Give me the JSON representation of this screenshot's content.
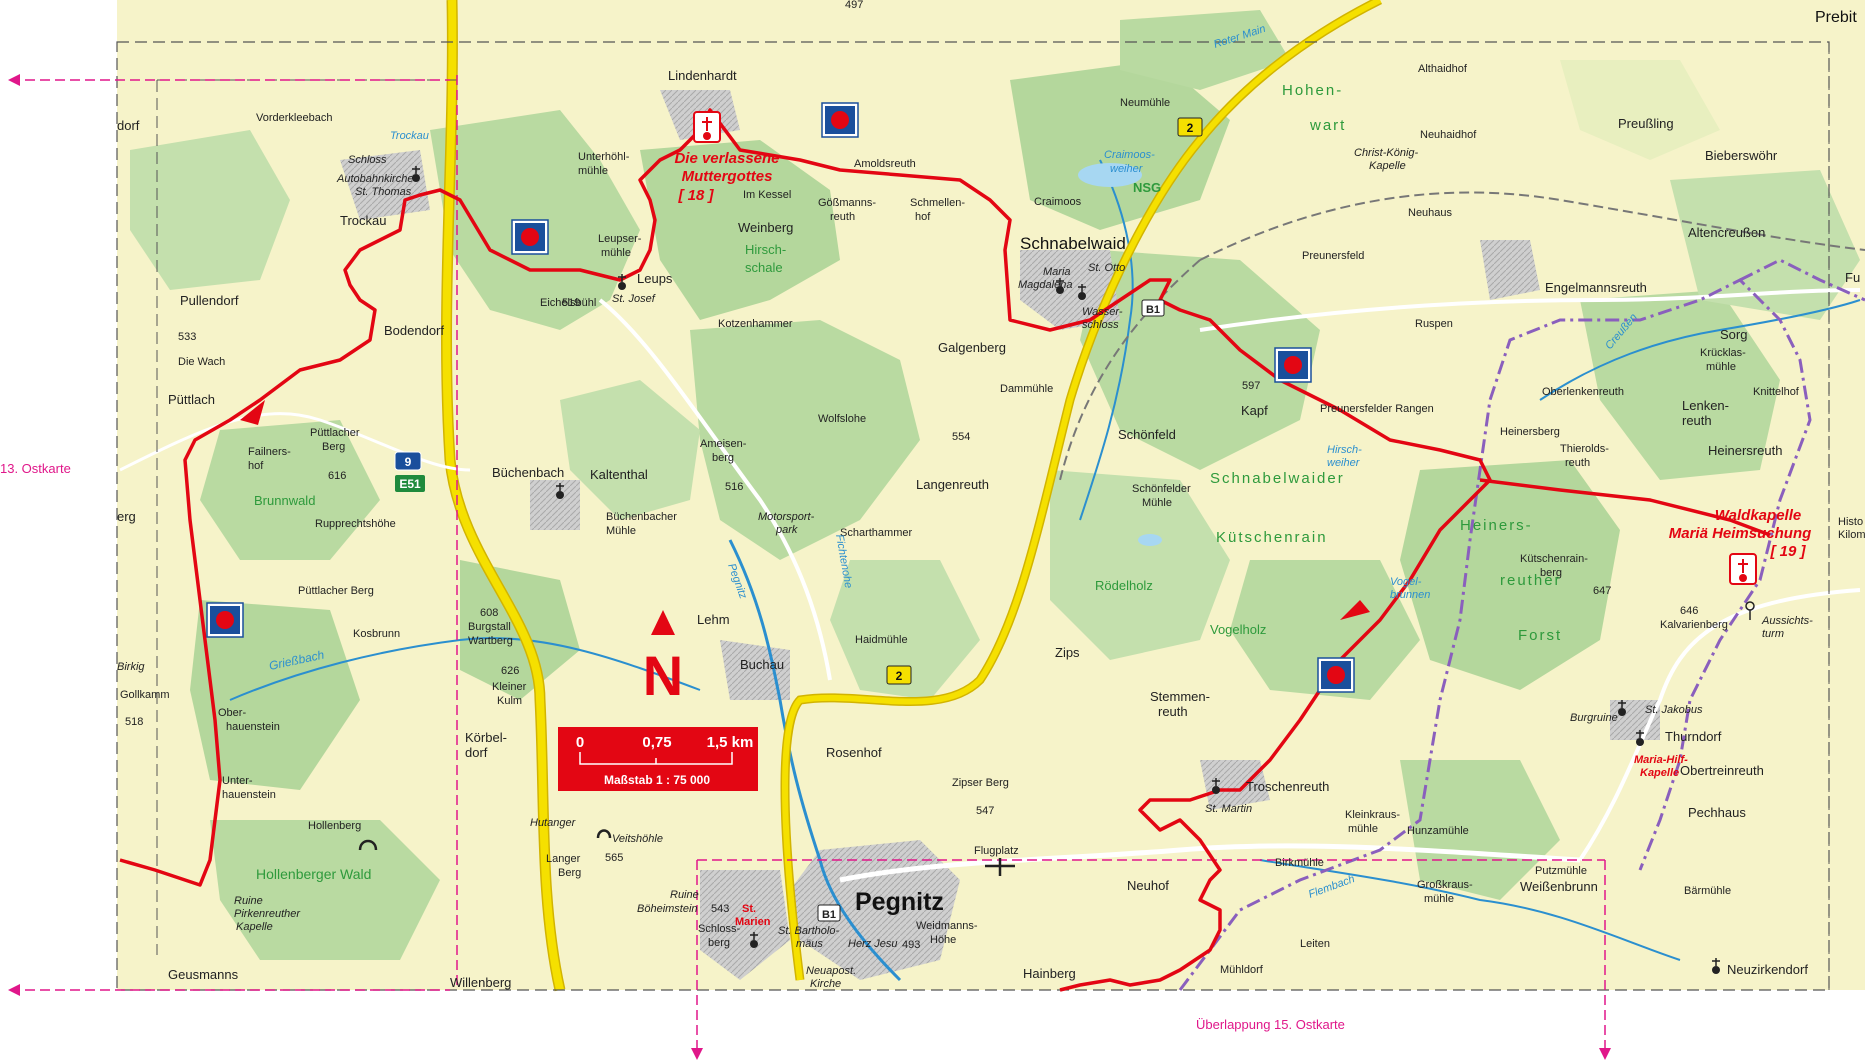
{
  "map": {
    "north_label": "N",
    "scale_bar": {
      "ticks": [
        "0",
        "0,75",
        "1,5 km"
      ],
      "caption": "Maßstab 1 : 75 000"
    },
    "edge_labels": {
      "left": "13. Ostkarte",
      "bottom": "Überlappung 15. Ostkarte",
      "top_right": "Prebit"
    },
    "road_badges": [
      "9",
      "E51",
      "2",
      "2",
      "B1",
      "B1"
    ],
    "chapels": [
      {
        "id": "18",
        "lines": [
          "Die verlassene",
          "Muttergottes",
          "[ 18 ]"
        ]
      },
      {
        "id": "19",
        "lines": [
          "Waldkapelle",
          "Mariä Heimsuchung",
          "[ 19 ]"
        ]
      }
    ],
    "places_big": [
      "Pegnitz",
      "Schnabelwaid"
    ],
    "places": [
      "Lindenhardt",
      "Trockau",
      "Pullendorf",
      "Büchenbach",
      "Kaltenthal",
      "Leups",
      "Buchau",
      "Lehm",
      "Rosenhof",
      "Zips",
      "Troschenreuth",
      "Neuhof",
      "Schönfeld",
      "Thurndorf",
      "Engelmannsreuth",
      "Bodendorf",
      "Püttlach",
      "Langenreuth",
      "Galgenberg",
      "Kapf",
      "Kotzenhammer",
      "Weinberg",
      "Willenberg",
      "Geusmanns",
      "Hainberg",
      "Mühldorf",
      "Leiten",
      "Putzmühle",
      "Weißenbrunn",
      "Bärmühle",
      "Neuzirkendorf",
      "Pechhaus",
      "Obertreinreuth",
      "Altencreußen",
      "Neuhaus",
      "Preunersfeld",
      "Ruspen",
      "Heinersberg",
      "Heinersreuth",
      "Knittelhof",
      "Preußling",
      "Bieberswöhr",
      "Althaidhof",
      "Neuhaidhof",
      "Neumühle",
      "Craimoos",
      "Im Kessel",
      "Amoldsreuth",
      "Vorderkleebach",
      "Kosbrunn",
      "Flugplatz",
      "Hunzamühle",
      "Birkmühle",
      "Sorg",
      "Gollkamm",
      "Hollenberg",
      "Dammühle",
      "Wolfslohe",
      "Scharthammer",
      "Haidmühle",
      "Eichelsbühl",
      "Rupprechtshöhe",
      "Die Wach"
    ],
    "places_multiline": [
      [
        "Unterhöhl-",
        "mühle"
      ],
      [
        "Leupser-",
        "mühle"
      ],
      [
        "Gößmanns-",
        "reuth"
      ],
      [
        "Schmellen-",
        "hof"
      ],
      [
        "Ameisen-",
        "berg"
      ],
      [
        "Büchenbacher",
        "Mühle"
      ],
      [
        "Motorsport-",
        "park"
      ],
      [
        "Püttlacher",
        "Berg"
      ],
      [
        "Failners-",
        "hof"
      ],
      [
        "Burgstall",
        "Wartberg"
      ],
      [
        "Kleiner",
        "Kulm"
      ],
      [
        "Körbel-",
        "dorf"
      ],
      [
        "Ober-",
        "hauenstein"
      ],
      [
        "Unter-",
        "hauenstein"
      ],
      [
        "Langer",
        "Berg"
      ],
      [
        "Stemmen-",
        "reuth"
      ],
      [
        "Zipser Berg"
      ],
      [
        "Schönfelder",
        "Mühle"
      ],
      [
        "Kleinkraus-",
        "mühle"
      ],
      [
        "Großkraus-",
        "mühle"
      ],
      [
        "Oberlenkenreuth"
      ],
      [
        "Thierolds-",
        "reuth"
      ],
      [
        "Lenken-",
        "reuth"
      ],
      [
        "Krücklas-",
        "mühle"
      ],
      [
        "Kütschenrain-",
        "berg"
      ],
      [
        "Kalvarienberg"
      ],
      [
        "Weidmanns-",
        "Höhe"
      ],
      [
        "Schloss-",
        "berg"
      ]
    ],
    "places_italic": [
      "Schloss",
      "Autobahnkirche",
      "St. Thomas",
      "St. Josef",
      "Maria",
      "Magdalena",
      "St. Otto",
      "Wasser-",
      "schloss",
      "Christ-König-",
      "Kapelle",
      "St. Martin",
      "St. Jakobus",
      "Burgruine",
      "Ruine",
      "Pirkenreuther",
      "Kapelle",
      "Ruine",
      "Böheimstein",
      "St. Bartholo-",
      "mäus",
      "Herz Jesu",
      "Neuapost.",
      "Kirche",
      "Hutanger",
      "Veitshöhle",
      "Aussichts-",
      "turm",
      "Preunersfelder Rangen",
      "Püttlacher Berg"
    ],
    "chapel_red_small": [
      "Maria-Hilf-",
      "Kapelle",
      "St.",
      "Marien"
    ],
    "forests": [
      "Hohen-",
      "wart",
      "Hirsch-",
      "schale",
      "Brunnwald",
      "Schnabelwaider",
      "Kütschenrain",
      "Rödelholz",
      "Vogelholz",
      "Heiners-",
      "reuther",
      "Forst",
      "Hollenberger Wald"
    ],
    "waters": [
      "Trockau",
      "Craimoos-",
      "weiher",
      "NSG",
      "Hirsch-",
      "weiher",
      "Vogel-",
      "brunnen",
      "Pegnitz",
      "Fichtenohe",
      "Grießbach",
      "Flembach",
      "Creußen",
      "Roter Main"
    ],
    "elevations": [
      "533",
      "616",
      "519",
      "516",
      "554",
      "597",
      "608",
      "626",
      "565",
      "543",
      "547",
      "493",
      "646",
      "647",
      "518"
    ],
    "edge_fragments": [
      "dorf",
      "erg",
      "Birkig",
      "Histo",
      "Kilom",
      "Fu",
      "497"
    ],
    "colors": {
      "route": "#e30613",
      "forest": "#b7d9a0",
      "meadow": "#f5f2c8",
      "field": "#eef2c5",
      "settlement": "#c9c9c9",
      "highway": "#f5e000",
      "edge_magenta": "#e0178a",
      "water": "#2b8fcf",
      "border": "#8a5fbd",
      "scale_box": "#e30613"
    },
    "icons": [
      "pilgrim-sign-icon",
      "chapel-icon",
      "church-icon",
      "airfield-icon",
      "cave-icon",
      "tower-icon",
      "north-arrow-icon"
    ]
  }
}
